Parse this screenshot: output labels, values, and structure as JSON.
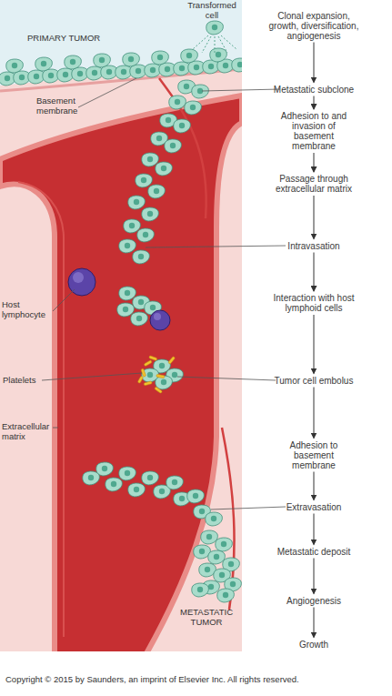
{
  "diagram": {
    "caption": "Copyright © 2015 by Saunders, an imprint of Elsevier Inc. All rights reserved.",
    "nodes": [
      {
        "text": [
          "Clonal expansion, growth, diversification, angiogenesis"
        ]
      },
      {
        "text": [
          "Metastatic subclone"
        ]
      },
      {
        "text": [
          "Adhesion to and invasion of basement membrane"
        ]
      },
      {
        "text": [
          "Passage through extracellular matrix"
        ]
      },
      {
        "text": [
          "Intravasation"
        ]
      },
      {
        "text": [
          "Interaction with host lymphoid cells"
        ]
      },
      {
        "text": [
          "Tumor cell embolus"
        ]
      },
      {
        "text": [
          "Adhesion to basement membrane"
        ]
      },
      {
        "text": [
          "Extravasation"
        ]
      },
      {
        "text": [
          "Metastatic deposit"
        ]
      },
      {
        "text": [
          "Angiogenesis"
        ]
      },
      {
        "text": [
          "Growth"
        ]
      }
    ],
    "edges": [
      {
        "from": 0,
        "to": 1,
        "arrow": "to"
      },
      {
        "from": 1,
        "to": 2,
        "arrow": "to"
      },
      {
        "from": 2,
        "to": 3,
        "arrow": "to"
      },
      {
        "from": 3,
        "to": 4,
        "arrow": "to"
      },
      {
        "from": 4,
        "to": 5,
        "arrow": "to"
      },
      {
        "from": 5,
        "to": 6,
        "arrow": "to"
      },
      {
        "from": 6,
        "to": 7,
        "arrow": "to"
      },
      {
        "from": 7,
        "to": 8,
        "arrow": "to"
      },
      {
        "from": 8,
        "to": 9,
        "arrow": "to"
      },
      {
        "from": 9,
        "to": 10,
        "arrow": "to"
      },
      {
        "from": 10,
        "to": 11,
        "arrow": "to"
      }
    ],
    "labels": [
      "Transformed cell",
      "PRIMARY TUMOR",
      "Basement membrane",
      "Host lymphocyte",
      "Platelets",
      "Extracellular matrix",
      "METASTATIC TUMOR"
    ]
  }
}
